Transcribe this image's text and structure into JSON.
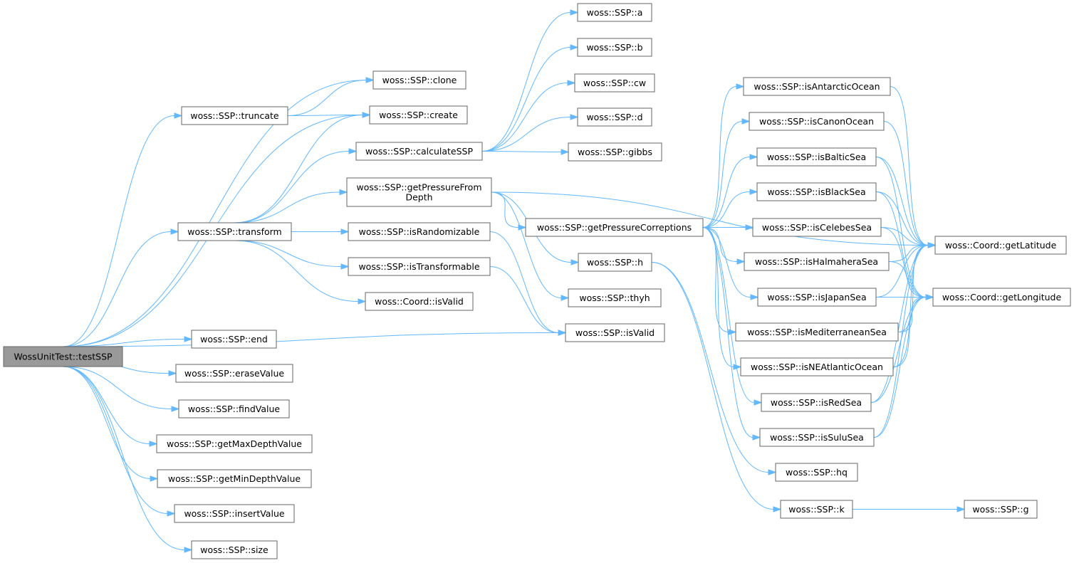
{
  "diagram": {
    "nodes": [
      {
        "id": "root",
        "lines": [
          "WossUnitTest::testSSP"
        ],
        "root": true
      },
      {
        "id": "truncate",
        "lines": [
          "woss::SSP::truncate"
        ]
      },
      {
        "id": "clone",
        "lines": [
          "woss::SSP::clone"
        ]
      },
      {
        "id": "create",
        "lines": [
          "woss::SSP::create"
        ]
      },
      {
        "id": "transform",
        "lines": [
          "woss::SSP::transform"
        ]
      },
      {
        "id": "calculateSSP",
        "lines": [
          "woss::SSP::calculateSSP"
        ]
      },
      {
        "id": "getPressureFromDepth",
        "lines": [
          "woss::SSP::getPressureFrom",
          "Depth"
        ]
      },
      {
        "id": "isRandomizable",
        "lines": [
          "woss::SSP::isRandomizable"
        ]
      },
      {
        "id": "isTransformable",
        "lines": [
          "woss::SSP::isTransformable"
        ]
      },
      {
        "id": "coordIsValid",
        "lines": [
          "woss::Coord::isValid"
        ]
      },
      {
        "id": "end",
        "lines": [
          "woss::SSP::end"
        ]
      },
      {
        "id": "eraseValue",
        "lines": [
          "woss::SSP::eraseValue"
        ]
      },
      {
        "id": "findValue",
        "lines": [
          "woss::SSP::findValue"
        ]
      },
      {
        "id": "getMaxDepthValue",
        "lines": [
          "woss::SSP::getMaxDepthValue"
        ]
      },
      {
        "id": "getMinDepthValue",
        "lines": [
          "woss::SSP::getMinDepthValue"
        ]
      },
      {
        "id": "insertValue",
        "lines": [
          "woss::SSP::insertValue"
        ]
      },
      {
        "id": "size",
        "lines": [
          "woss::SSP::size"
        ]
      },
      {
        "id": "a",
        "lines": [
          "woss::SSP::a"
        ]
      },
      {
        "id": "b",
        "lines": [
          "woss::SSP::b"
        ]
      },
      {
        "id": "cw",
        "lines": [
          "woss::SSP::cw"
        ]
      },
      {
        "id": "d",
        "lines": [
          "woss::SSP::d"
        ]
      },
      {
        "id": "gibbs",
        "lines": [
          "woss::SSP::gibbs"
        ]
      },
      {
        "id": "getPressureCorreptions",
        "lines": [
          "woss::SSP::getPressureCorreptions"
        ]
      },
      {
        "id": "h",
        "lines": [
          "woss::SSP::h"
        ]
      },
      {
        "id": "thyh",
        "lines": [
          "woss::SSP::thyh"
        ]
      },
      {
        "id": "isValid",
        "lines": [
          "woss::SSP::isValid"
        ]
      },
      {
        "id": "isAntarcticOcean",
        "lines": [
          "woss::SSP::isAntarcticOcean"
        ]
      },
      {
        "id": "isCanonOcean",
        "lines": [
          "woss::SSP::isCanonOcean"
        ]
      },
      {
        "id": "isBalticSea",
        "lines": [
          "woss::SSP::isBalticSea"
        ]
      },
      {
        "id": "isBlackSea",
        "lines": [
          "woss::SSP::isBlackSea"
        ]
      },
      {
        "id": "isCelebesSea",
        "lines": [
          "woss::SSP::isCelebesSea"
        ]
      },
      {
        "id": "isHalmaheraSea",
        "lines": [
          "woss::SSP::isHalmaheraSea"
        ]
      },
      {
        "id": "isJapanSea",
        "lines": [
          "woss::SSP::isJapanSea"
        ]
      },
      {
        "id": "isMediterraneanSea",
        "lines": [
          "woss::SSP::isMediterraneanSea"
        ]
      },
      {
        "id": "isNEAtlanticOcean",
        "lines": [
          "woss::SSP::isNEAtlanticOcean"
        ]
      },
      {
        "id": "isRedSea",
        "lines": [
          "woss::SSP::isRedSea"
        ]
      },
      {
        "id": "isSuluSea",
        "lines": [
          "woss::SSP::isSuluSea"
        ]
      },
      {
        "id": "hq",
        "lines": [
          "woss::SSP::hq"
        ]
      },
      {
        "id": "k",
        "lines": [
          "woss::SSP::k"
        ]
      },
      {
        "id": "g",
        "lines": [
          "woss::SSP::g"
        ]
      },
      {
        "id": "getLatitude",
        "lines": [
          "woss::Coord::getLatitude"
        ]
      },
      {
        "id": "getLongitude",
        "lines": [
          "woss::Coord::getLongitude"
        ]
      }
    ],
    "edges": [
      [
        "root",
        "clone"
      ],
      [
        "root",
        "create"
      ],
      [
        "root",
        "truncate"
      ],
      [
        "root",
        "transform"
      ],
      [
        "root",
        "isValid"
      ],
      [
        "root",
        "end"
      ],
      [
        "root",
        "eraseValue"
      ],
      [
        "root",
        "findValue"
      ],
      [
        "root",
        "getMaxDepthValue"
      ],
      [
        "root",
        "getMinDepthValue"
      ],
      [
        "root",
        "insertValue"
      ],
      [
        "root",
        "size"
      ],
      [
        "truncate",
        "clone"
      ],
      [
        "truncate",
        "create"
      ],
      [
        "transform",
        "create"
      ],
      [
        "transform",
        "calculateSSP"
      ],
      [
        "transform",
        "getPressureFromDepth"
      ],
      [
        "transform",
        "isRandomizable"
      ],
      [
        "transform",
        "isTransformable"
      ],
      [
        "transform",
        "coordIsValid"
      ],
      [
        "calculateSSP",
        "a"
      ],
      [
        "calculateSSP",
        "b"
      ],
      [
        "calculateSSP",
        "cw"
      ],
      [
        "calculateSSP",
        "d"
      ],
      [
        "calculateSSP",
        "gibbs"
      ],
      [
        "getPressureFromDepth",
        "getLatitude"
      ],
      [
        "getPressureFromDepth",
        "getPressureCorreptions"
      ],
      [
        "getPressureFromDepth",
        "h"
      ],
      [
        "getPressureFromDepth",
        "thyh"
      ],
      [
        "isRandomizable",
        "isValid"
      ],
      [
        "isTransformable",
        "isValid"
      ],
      [
        "getPressureCorreptions",
        "isAntarcticOcean"
      ],
      [
        "getPressureCorreptions",
        "isCanonOcean"
      ],
      [
        "getPressureCorreptions",
        "isBalticSea"
      ],
      [
        "getPressureCorreptions",
        "isBlackSea"
      ],
      [
        "getPressureCorreptions",
        "isCelebesSea"
      ],
      [
        "getPressureCorreptions",
        "isHalmaheraSea"
      ],
      [
        "getPressureCorreptions",
        "isJapanSea"
      ],
      [
        "getPressureCorreptions",
        "isMediterraneanSea"
      ],
      [
        "getPressureCorreptions",
        "isNEAtlanticOcean"
      ],
      [
        "getPressureCorreptions",
        "isRedSea"
      ],
      [
        "getPressureCorreptions",
        "isSuluSea"
      ],
      [
        "h",
        "hq"
      ],
      [
        "h",
        "k"
      ],
      [
        "k",
        "g"
      ],
      [
        "isAntarcticOcean",
        "getLatitude"
      ],
      [
        "isCanonOcean",
        "getLatitude"
      ],
      [
        "isBalticSea",
        "getLatitude"
      ],
      [
        "isBalticSea",
        "getLongitude"
      ],
      [
        "isBlackSea",
        "getLatitude"
      ],
      [
        "isBlackSea",
        "getLongitude"
      ],
      [
        "isCelebesSea",
        "getLatitude"
      ],
      [
        "isCelebesSea",
        "getLongitude"
      ],
      [
        "isHalmaheraSea",
        "getLatitude"
      ],
      [
        "isHalmaheraSea",
        "getLongitude"
      ],
      [
        "isJapanSea",
        "getLatitude"
      ],
      [
        "isJapanSea",
        "getLongitude"
      ],
      [
        "isMediterraneanSea",
        "getLatitude"
      ],
      [
        "isMediterraneanSea",
        "getLongitude"
      ],
      [
        "isNEAtlanticOcean",
        "getLatitude"
      ],
      [
        "isNEAtlanticOcean",
        "getLongitude"
      ],
      [
        "isRedSea",
        "getLatitude"
      ],
      [
        "isRedSea",
        "getLongitude"
      ],
      [
        "isSuluSea",
        "getLatitude"
      ],
      [
        "isSuluSea",
        "getLongitude"
      ]
    ],
    "colors": {
      "edge": "#63b8ff",
      "node_border": "#666666",
      "root_fill": "#999999",
      "node_fill": "#ffffff"
    }
  }
}
